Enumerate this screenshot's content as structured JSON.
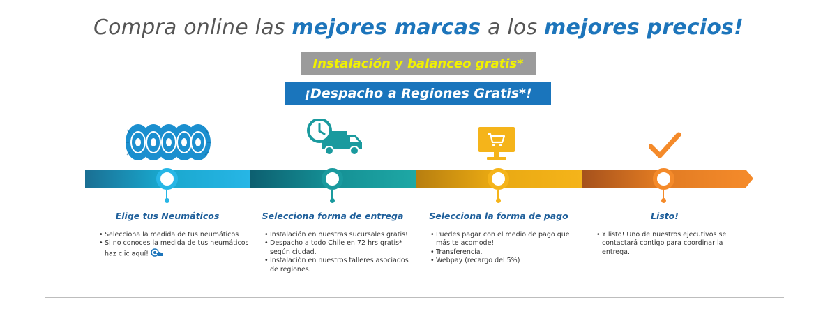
{
  "headline": {
    "part1": "Compra online las ",
    "highlight1": "mejores marcas",
    "part2": " a los ",
    "highlight2": "mejores precios!"
  },
  "banners": {
    "installation": "Instalación y balanceo gratis*",
    "shipping": "¡Despacho a Regiones Gratis*!"
  },
  "colors": {
    "accent_blue": "#1d75bb",
    "install_banner_bg": "#9b9b9b",
    "install_banner_text": "#f2f200",
    "step1": "#27b6e6",
    "step2": "#1a9a9e",
    "step3": "#f5b41a",
    "step4": "#f48a2a",
    "step_title": "#1d5e9a"
  },
  "steps": [
    {
      "icon": "tires-icon",
      "title": "Elige tus Neumáticos",
      "bullets": [
        "Selecciona la medida de tus neumáticos",
        "Si no conoces la medida de tus neumáticos haz clic aquí!"
      ]
    },
    {
      "icon": "delivery-truck-clock-icon",
      "title": "Selecciona forma de entrega",
      "bullets": [
        "Instalación en nuestras sucursales gratis!",
        "Despacho a todo Chile en 72 hrs gratis* según ciudad.",
        "Instalación en nuestros talleres asociados de regiones."
      ]
    },
    {
      "icon": "monitor-cart-icon",
      "title": "Selecciona la forma de pago",
      "bullets": [
        "Puedes pagar con el medio de pago que más te acomode!",
        "Transferencia.",
        "Webpay (recargo del 5%)"
      ]
    },
    {
      "icon": "checkmark-icon",
      "title": "Listo!",
      "bullets": [
        "Y listo! Uno de nuestros ejecutivos se contactará contigo para coordinar la entrega."
      ]
    }
  ]
}
